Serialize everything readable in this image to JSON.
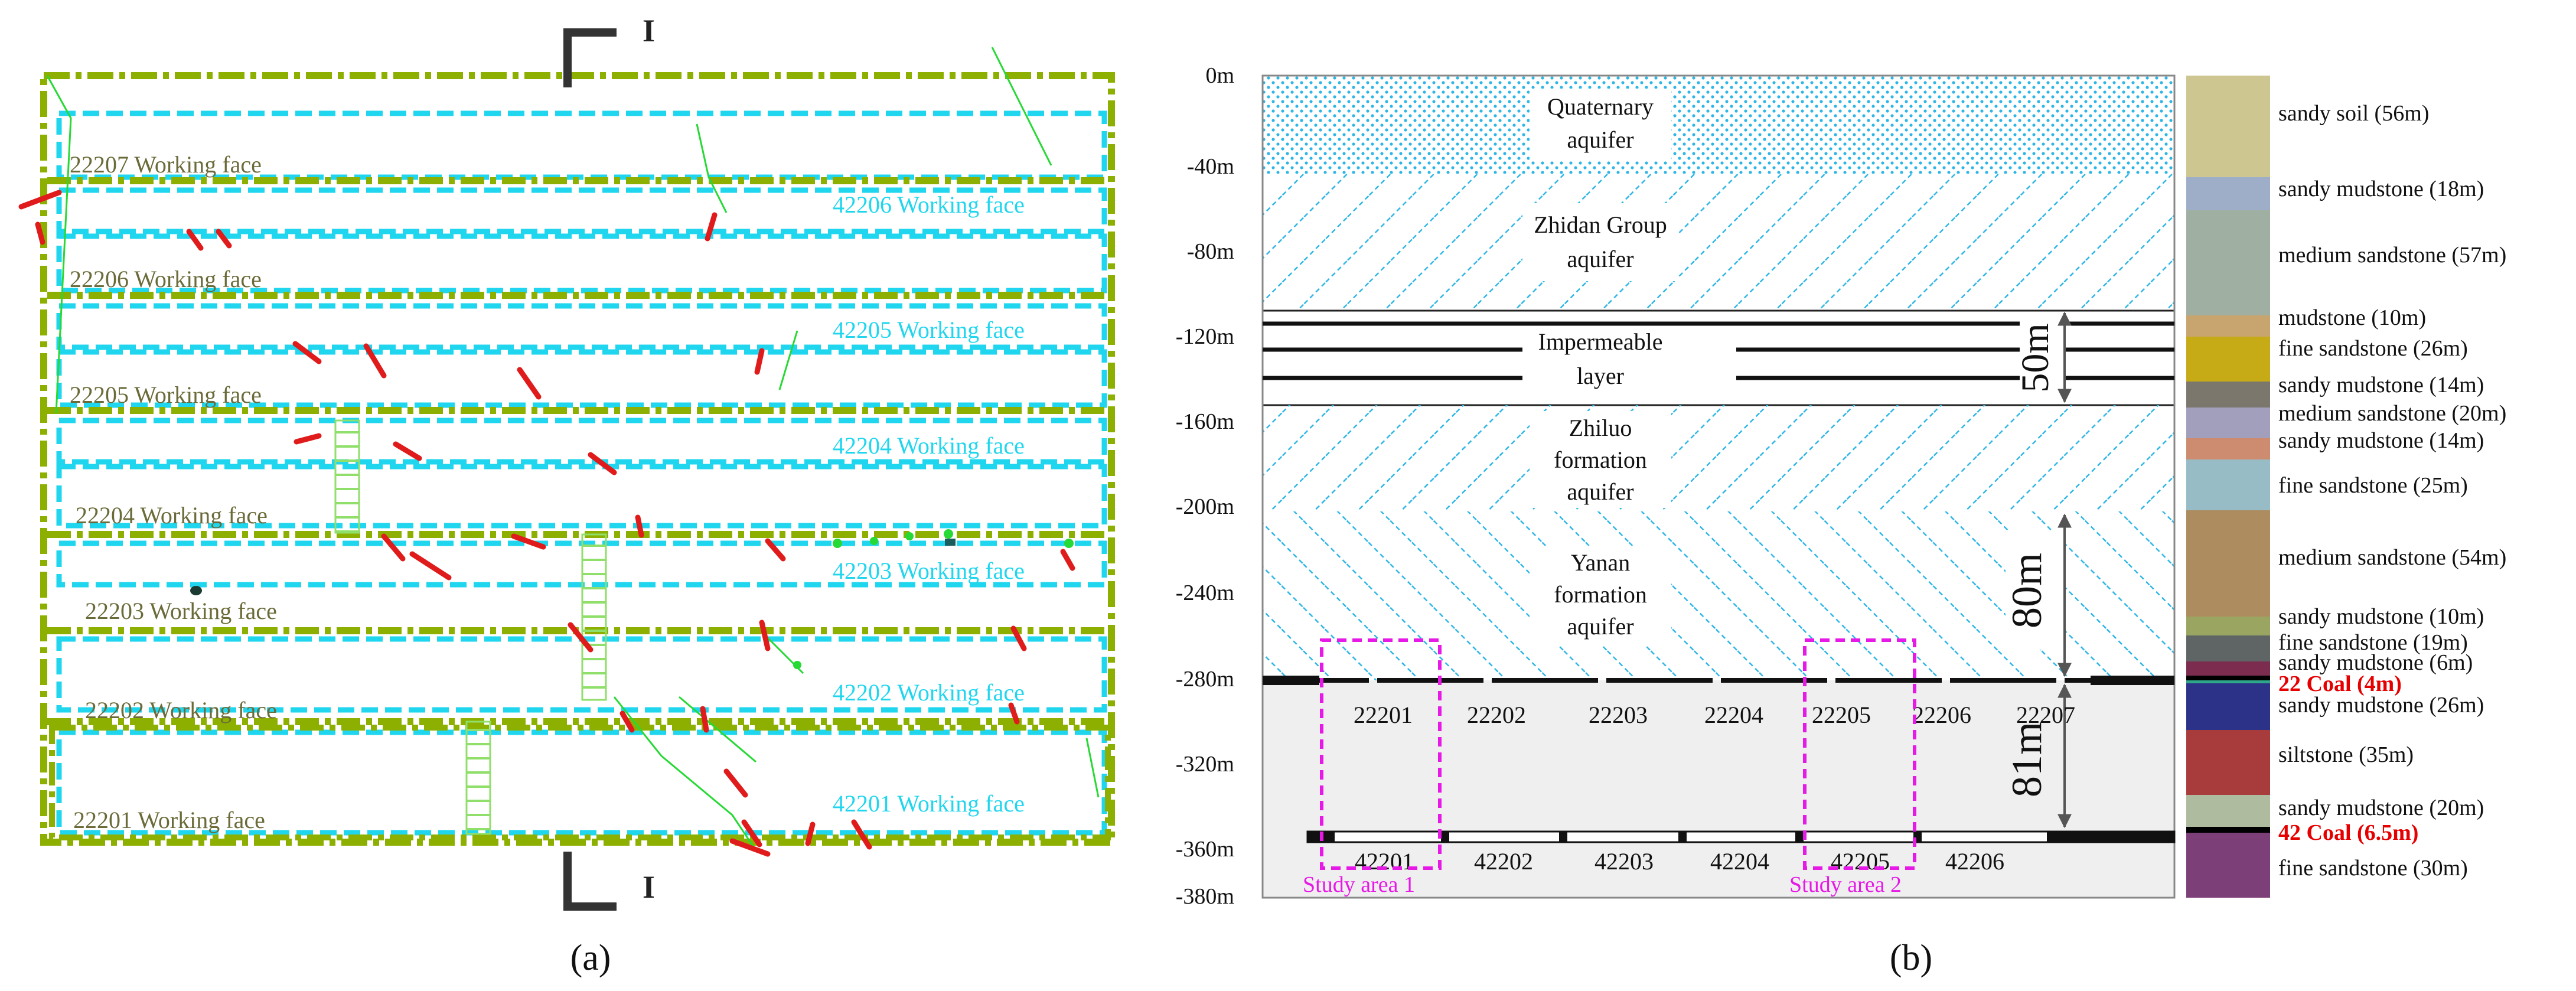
{
  "panel_a": {
    "label": "(a)",
    "section_marker": "I",
    "faces_22": [
      "22207 Working face",
      "22206 Working face",
      "22205 Working face",
      "22204 Working face",
      "22203 Working face",
      "22202 Working face",
      "22201 Working face"
    ],
    "faces_42": [
      "42206 Working face",
      "42205 Working face",
      "42204 Working face",
      "42203 Working face",
      "42202 Working face",
      "42201 Working face"
    ]
  },
  "panel_b": {
    "label": "(b)",
    "depth_ticks": [
      "0m",
      "-40m",
      "-80m",
      "-120m",
      "-160m",
      "-200m",
      "-240m",
      "-280m",
      "-320m",
      "-360m",
      "-380m"
    ],
    "aquifers": {
      "quaternary_1": "Quaternary",
      "quaternary_2": "aquifer",
      "zhidan_1": "Zhidan Group",
      "zhidan_2": "aquifer",
      "impermeable_1": "Impermeable",
      "impermeable_2": "layer",
      "zhiluo_1": "Zhiluo",
      "zhiluo_2": "formation",
      "zhiluo_3": "aquifer",
      "yanan_1": "Yanan",
      "yanan_2": "formation",
      "yanan_3": "aquifer"
    },
    "dimensions": {
      "d50": "50m",
      "d80": "80m",
      "d81": "81m"
    },
    "faces_22": [
      "22201",
      "22202",
      "22203",
      "22204",
      "22205",
      "22206",
      "22207"
    ],
    "faces_42": [
      "42201",
      "42202",
      "42203",
      "42204",
      "42205",
      "42206"
    ],
    "study_areas": [
      "Study area 1",
      "Study area 2"
    ],
    "strata": [
      {
        "label": "sandy soil (56m)",
        "color": "#cdc691"
      },
      {
        "label": "sandy mudstone (18m)",
        "color": "#9eaec8"
      },
      {
        "label": "medium sandstone (57m)",
        "color": "#9fb0a3"
      },
      {
        "label": "mudstone (10m)",
        "color": "#c8a46f"
      },
      {
        "label": "fine sandstone (26m)",
        "color": "#c7ab16"
      },
      {
        "label": "sandy mudstone (14m)",
        "color": "#7b776c"
      },
      {
        "label": "medium sandstone (20m)",
        "color": "#a29fbd"
      },
      {
        "label": "sandy mudstone (14m)",
        "color": "#cd8b6f"
      },
      {
        "label": "fine sandstone (25m)",
        "color": "#98bcc5"
      },
      {
        "label": "medium sandstone (54m)",
        "color": "#ad8c60"
      },
      {
        "label": "sandy mudstone (10m)",
        "color": "#9aa561"
      },
      {
        "label": "fine sandstone (19m)",
        "color": "#5f6465"
      },
      {
        "label": "sandy mudstone (6m)",
        "color": "#7c2d4f"
      },
      {
        "label": "22 Coal (4m)",
        "color": "#000000"
      },
      {
        "label": "sandy mudstone (26m)",
        "color": "#2c3288"
      },
      {
        "label": "siltstone (35m)",
        "color": "#a83c3c"
      },
      {
        "label": "sandy mudstone (20m)",
        "color": "#aebb9f"
      },
      {
        "label": "42 Coal (6.5m)",
        "color": "#000000"
      },
      {
        "label": "fine sandstone (30m)",
        "color": "#7d3f78"
      }
    ],
    "colors": {
      "aquifer": "#23b8e6",
      "study_area": "#e619e6",
      "coal_label": "#e60000"
    }
  },
  "colors_a": {
    "olive": "#8db000",
    "cyan": "#1fd6ee",
    "green": "#27d934",
    "fault": "#e01b1b"
  }
}
